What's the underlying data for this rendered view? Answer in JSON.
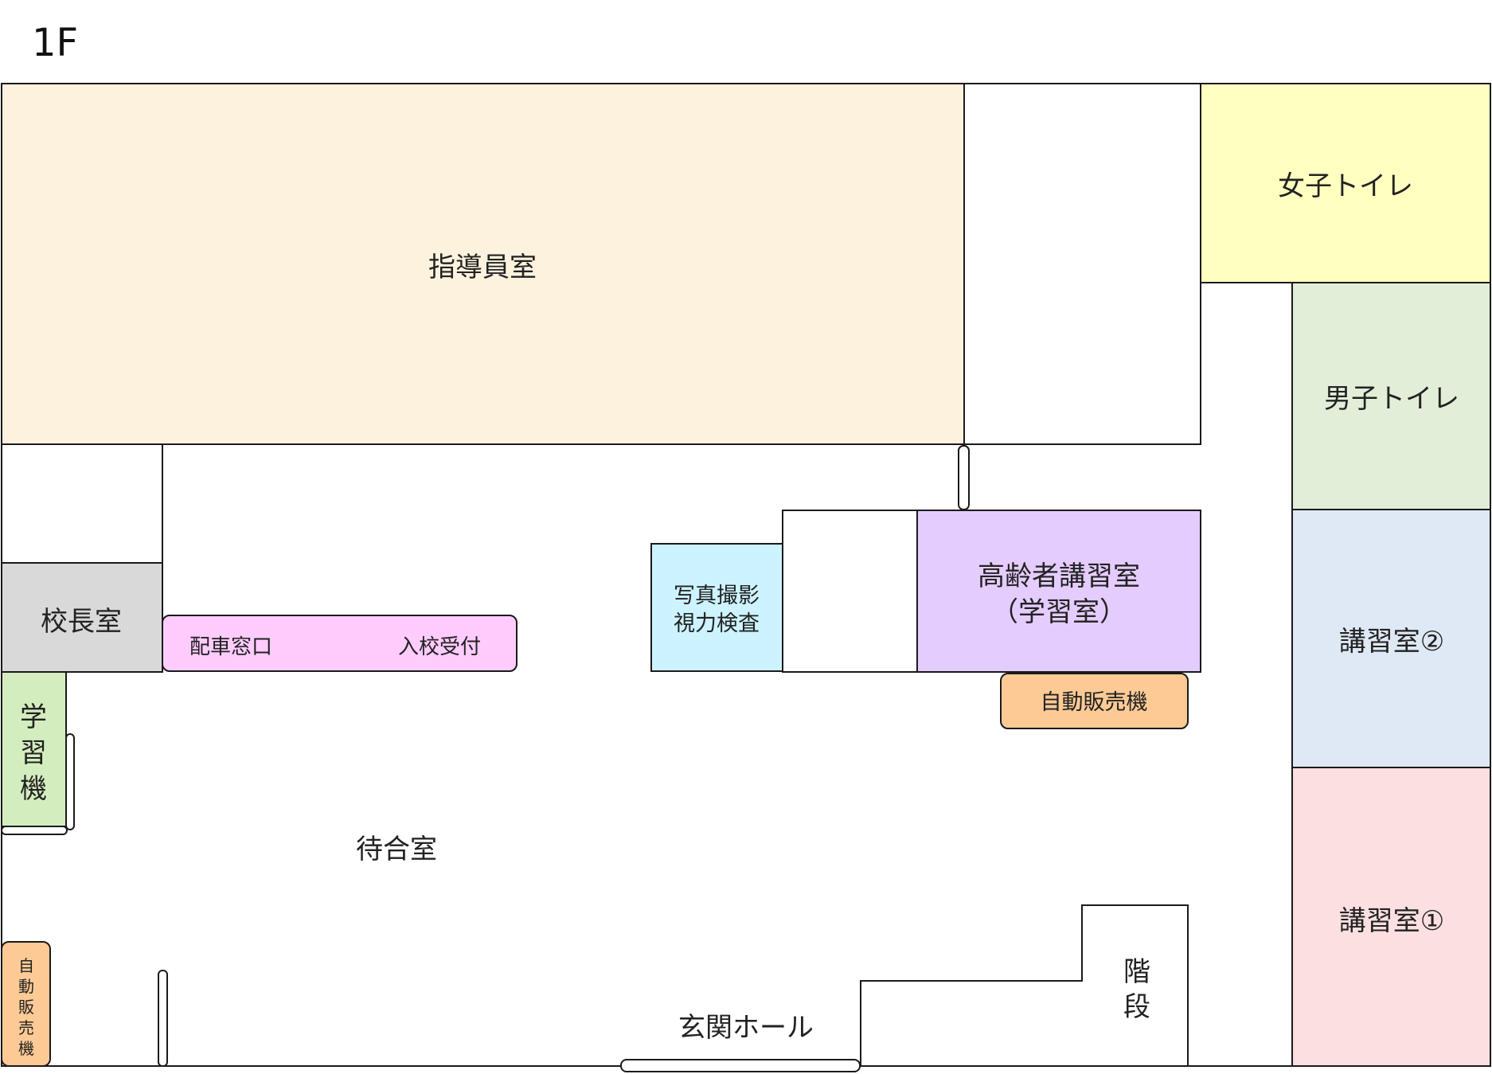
{
  "floor_label": "1F",
  "colors": {
    "instructor_room": "#fdf2dd",
    "womens_toilet": "#ffffc0",
    "mens_toilet": "#e3eed9",
    "classroom_2": "#dfe9f5",
    "classroom_1": "#fcdfe0",
    "elderly_room": "#e5ccff",
    "principal_room": "#d9d9d9",
    "photo_room": "#ccf3ff",
    "vending": "#fdca95",
    "counter": "#ffccfd",
    "study_machine": "#d4edbe"
  },
  "rooms": {
    "instructor_room": "指導員室",
    "womens_toilet": "女子トイレ",
    "mens_toilet": "男子トイレ",
    "classroom_2": "講習室②",
    "classroom_1": "講習室①",
    "elderly_room_line1": "高齢者講習室",
    "elderly_room_line2": "（学習室）",
    "principal_room": "校長室",
    "photo_room_line1": "写真撮影",
    "photo_room_line2": "視力検査",
    "waiting_room": "待合室",
    "entrance_hall": "玄関ホール",
    "stairs_1": "階",
    "stairs_2": "段"
  },
  "counter": {
    "dispatch_window": "配車窓口",
    "admission_desk": "入校受付"
  },
  "vending_machine_right": "自動販売機",
  "vending_machine_left": [
    "自",
    "動",
    "販",
    "売",
    "機"
  ],
  "study_machine": [
    "学",
    "習",
    "機"
  ]
}
